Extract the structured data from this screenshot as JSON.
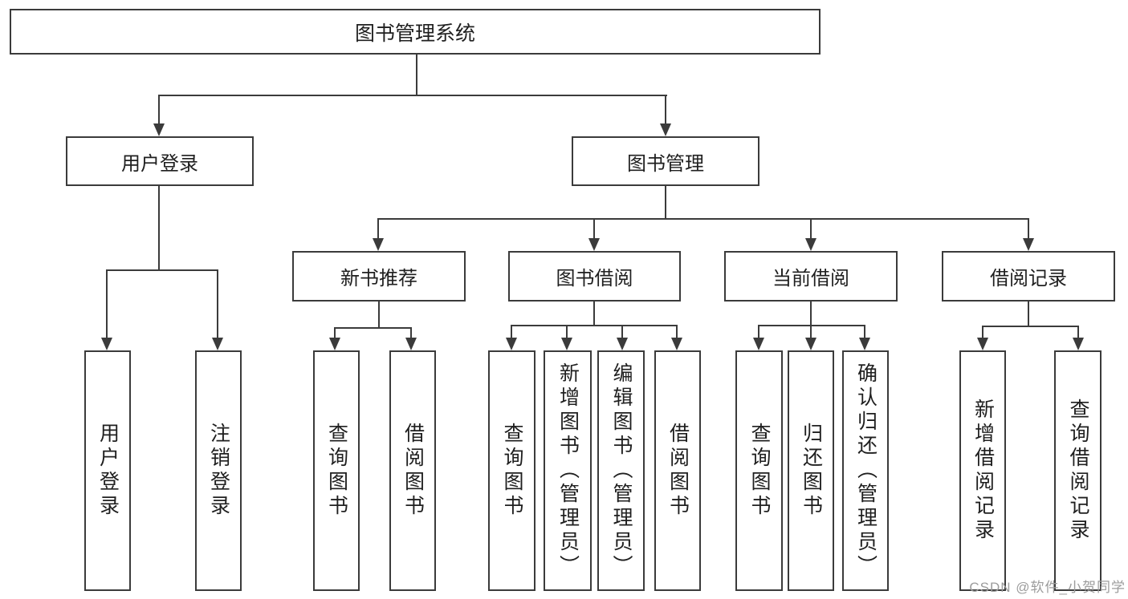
{
  "nodes": {
    "root": "图书管理系统",
    "user_login": "用户登录",
    "book_mgmt": "图书管理",
    "new_book": "新书推荐",
    "book_borrow": "图书借阅",
    "current_borrow": "当前借阅",
    "borrow_records": "借阅记录",
    "ul_login": "用户登录",
    "ul_logout": "注销登录",
    "nb_query": "查询图书",
    "nb_borrow": "借阅图书",
    "bb_query": "查询图书",
    "bb_add": "新增图书（管理员）",
    "bb_edit": "编辑图书（管理员）",
    "bb_borrow": "借阅图书",
    "cb_query": "查询图书",
    "cb_return": "归还图书",
    "cb_confirm": "确认归还（管理员）",
    "br_add": "新增借阅记录",
    "br_query": "查询借阅记录"
  },
  "watermark": "CSDN @软件_小贺同学",
  "colors": {
    "line": "#3b3b3b",
    "text": "#1f1f1f",
    "watermark": "#9c9c9c",
    "background": "#ffffff"
  }
}
